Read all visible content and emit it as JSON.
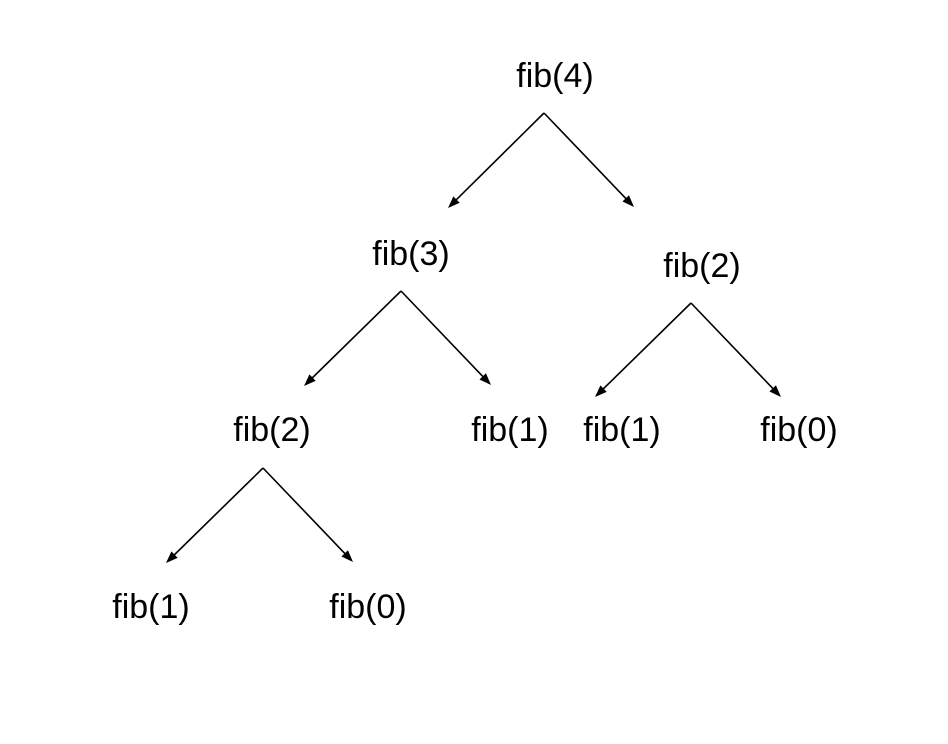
{
  "diagram": {
    "type": "tree",
    "nodes": [
      {
        "id": "n1",
        "label": "fib(4)"
      },
      {
        "id": "n2",
        "label": "fib(3)"
      },
      {
        "id": "n3",
        "label": "fib(2)"
      },
      {
        "id": "n4",
        "label": "fib(2)"
      },
      {
        "id": "n5",
        "label": "fib(1)"
      },
      {
        "id": "n6",
        "label": "fib(1)"
      },
      {
        "id": "n7",
        "label": "fib(0)"
      },
      {
        "id": "n8",
        "label": "fib(1)"
      },
      {
        "id": "n9",
        "label": "fib(0)"
      }
    ],
    "edges": [
      {
        "from": "n1",
        "to": "n2"
      },
      {
        "from": "n1",
        "to": "n3"
      },
      {
        "from": "n2",
        "to": "n4"
      },
      {
        "from": "n2",
        "to": "n5"
      },
      {
        "from": "n3",
        "to": "n6"
      },
      {
        "from": "n3",
        "to": "n7"
      },
      {
        "from": "n4",
        "to": "n8"
      },
      {
        "from": "n4",
        "to": "n9"
      }
    ]
  }
}
